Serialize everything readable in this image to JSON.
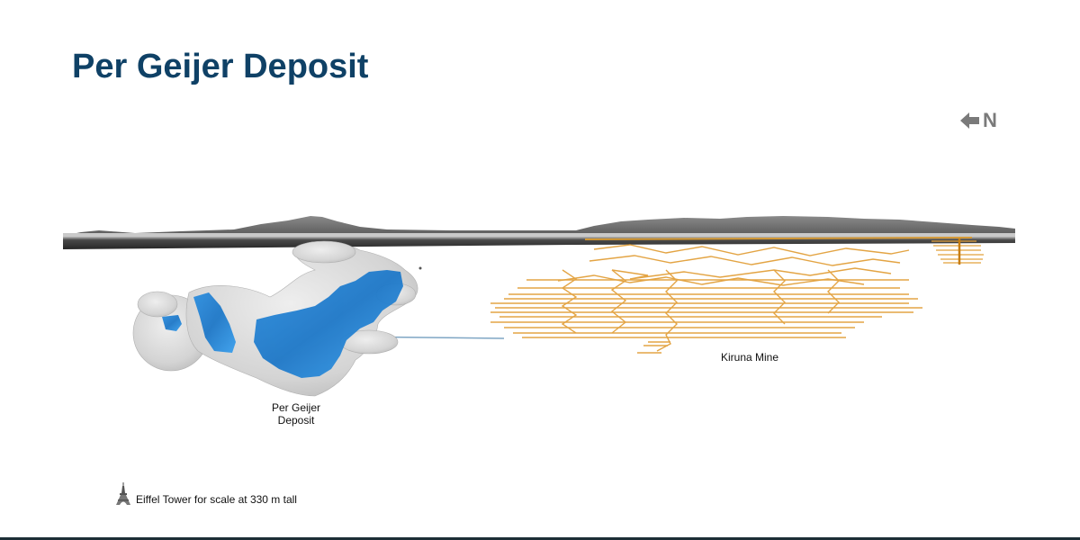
{
  "slide": {
    "title": "Per Geijer Deposit",
    "north_indicator": {
      "icon": "arrow-left-icon",
      "label": "N"
    },
    "labels": {
      "per_geijer": "Per Geijer\nDeposit",
      "per_geijer_line1": "Per Geijer",
      "per_geijer_line2": "Deposit",
      "kiruna_mine": "Kiruna Mine"
    },
    "scale_note": {
      "icon": "eiffel-tower-icon",
      "text": "Eiffel Tower for scale at 330 m tall"
    },
    "colors": {
      "title": "#0f4166",
      "ore_blue": "#1f7fd0",
      "envelope_gray": "#d6d6d6",
      "tunnels_orange": "#e8a23a",
      "terrain_dark": "#3a3a3a",
      "footer_line": "#1c2e36"
    }
  }
}
